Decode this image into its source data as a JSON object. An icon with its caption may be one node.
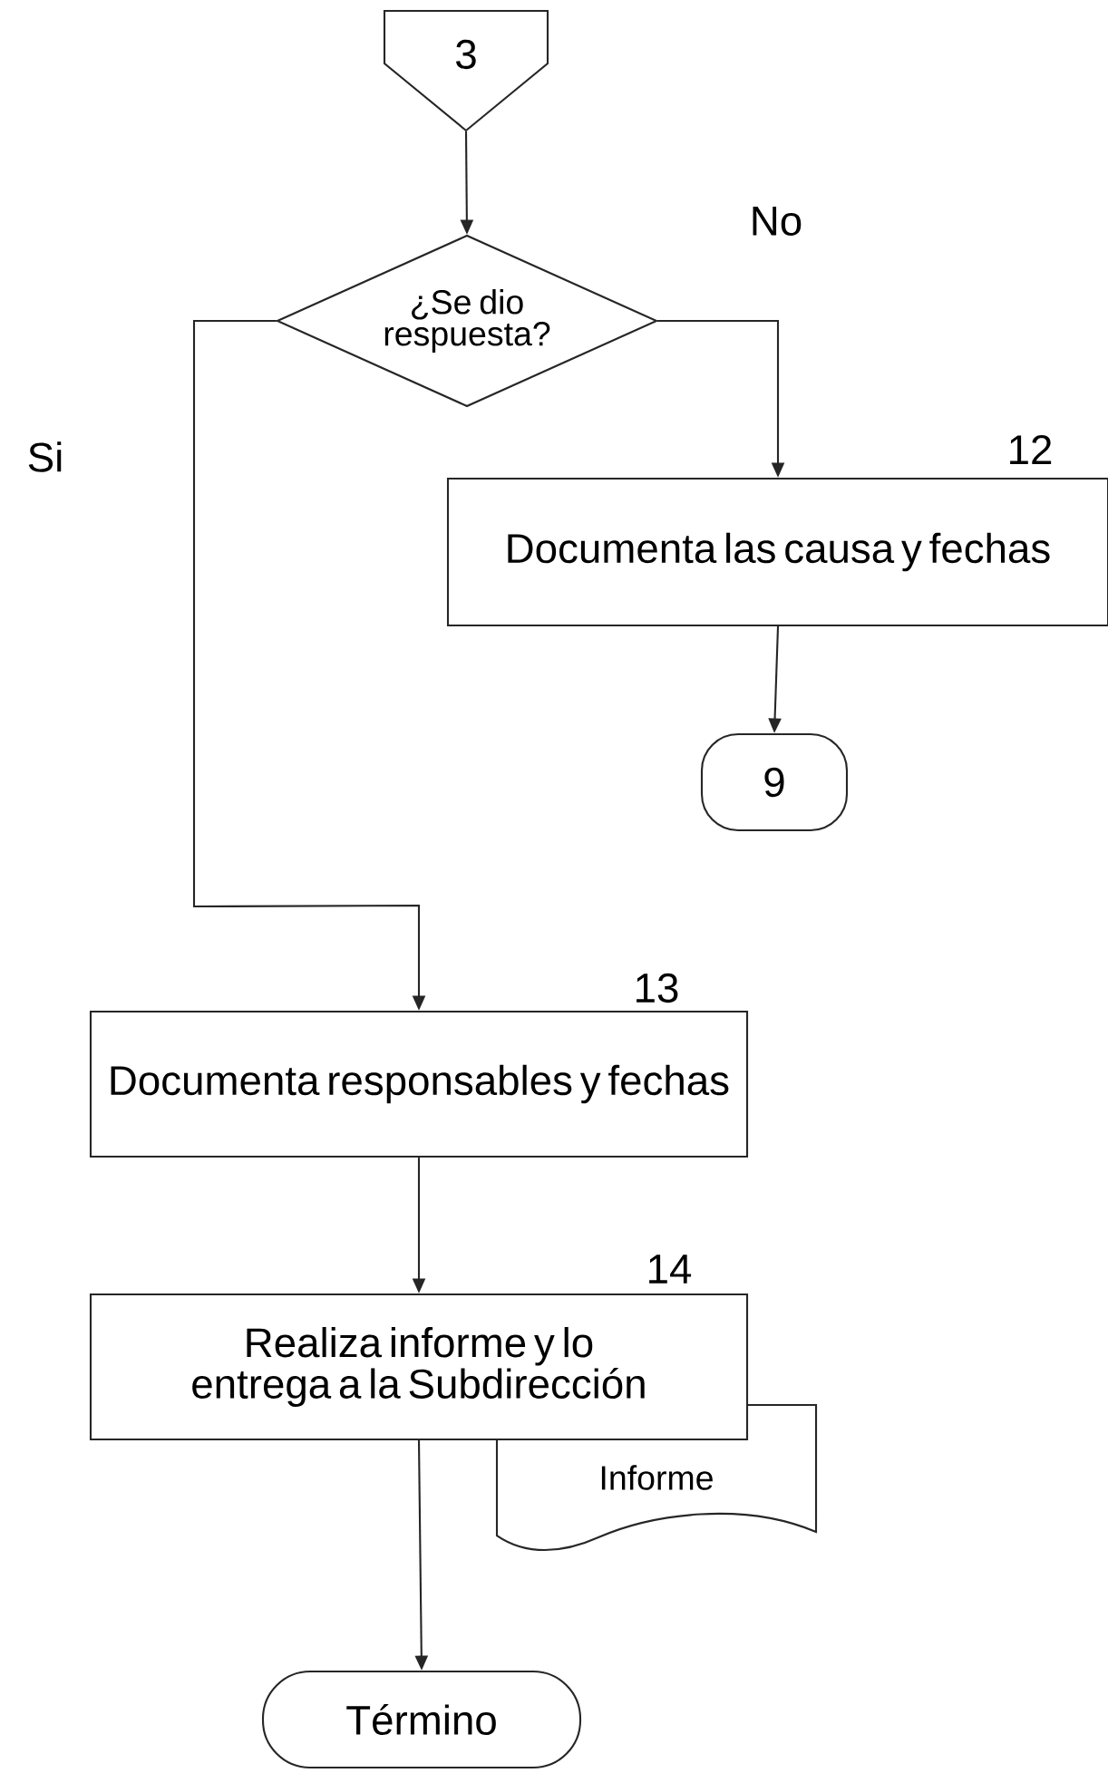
{
  "diagram": {
    "nodes": [
      {
        "text": [
          "3"
        ]
      },
      {
        "text": [
          "¿Se dio respuesta?"
        ]
      },
      {
        "text": [
          "Documenta las causa y fechas"
        ],
        "beside": [
          "12"
        ]
      },
      {
        "text": [
          "9"
        ]
      },
      {
        "text": [
          "Documenta responsables y fechas"
        ],
        "beside": [
          "13"
        ]
      },
      {
        "text": [
          "Realiza informe y lo entrega a la Subdirección"
        ],
        "beside": [
          "14"
        ]
      },
      {
        "text": [
          "Informe"
        ]
      },
      {
        "text": [
          "Término"
        ]
      }
    ],
    "edges": [
      {
        "from": 0,
        "to": 1,
        "arrow": "to"
      },
      {
        "from": 1,
        "to": 2,
        "arrow": "to",
        "label": "No"
      },
      {
        "from": 1,
        "to": 4,
        "arrow": "to",
        "label": "Si"
      },
      {
        "from": 2,
        "to": 3,
        "arrow": "to"
      },
      {
        "from": 4,
        "to": 5,
        "arrow": "to"
      },
      {
        "from": 5,
        "to": 7,
        "arrow": "to"
      }
    ]
  }
}
